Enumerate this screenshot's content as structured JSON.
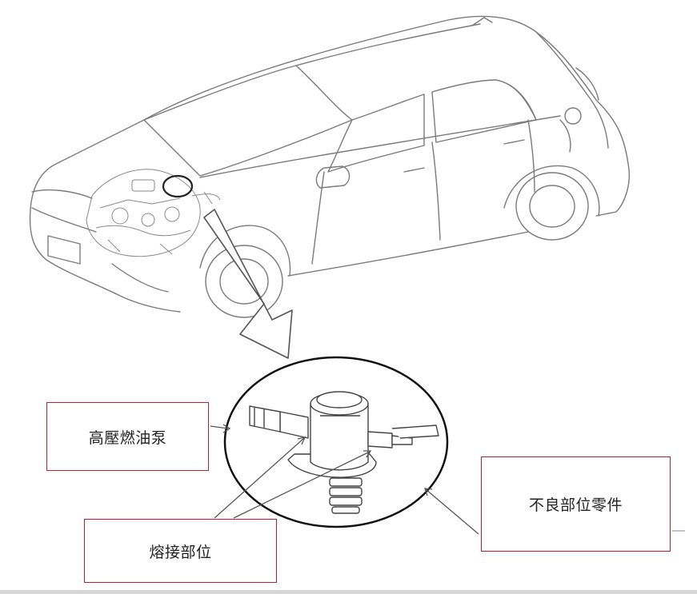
{
  "labels": {
    "high_pressure_pump": "高壓燃油泵",
    "weld_location": "熔接部位",
    "defect_part": "不良部位零件"
  },
  "colors": {
    "callout_border": "#b2222f",
    "line_art": "#7a7a7a",
    "text": "#222222"
  },
  "icons": [
    "car-illustration",
    "engine-illustration",
    "fuel-pump-illustration",
    "arrow-icon"
  ]
}
